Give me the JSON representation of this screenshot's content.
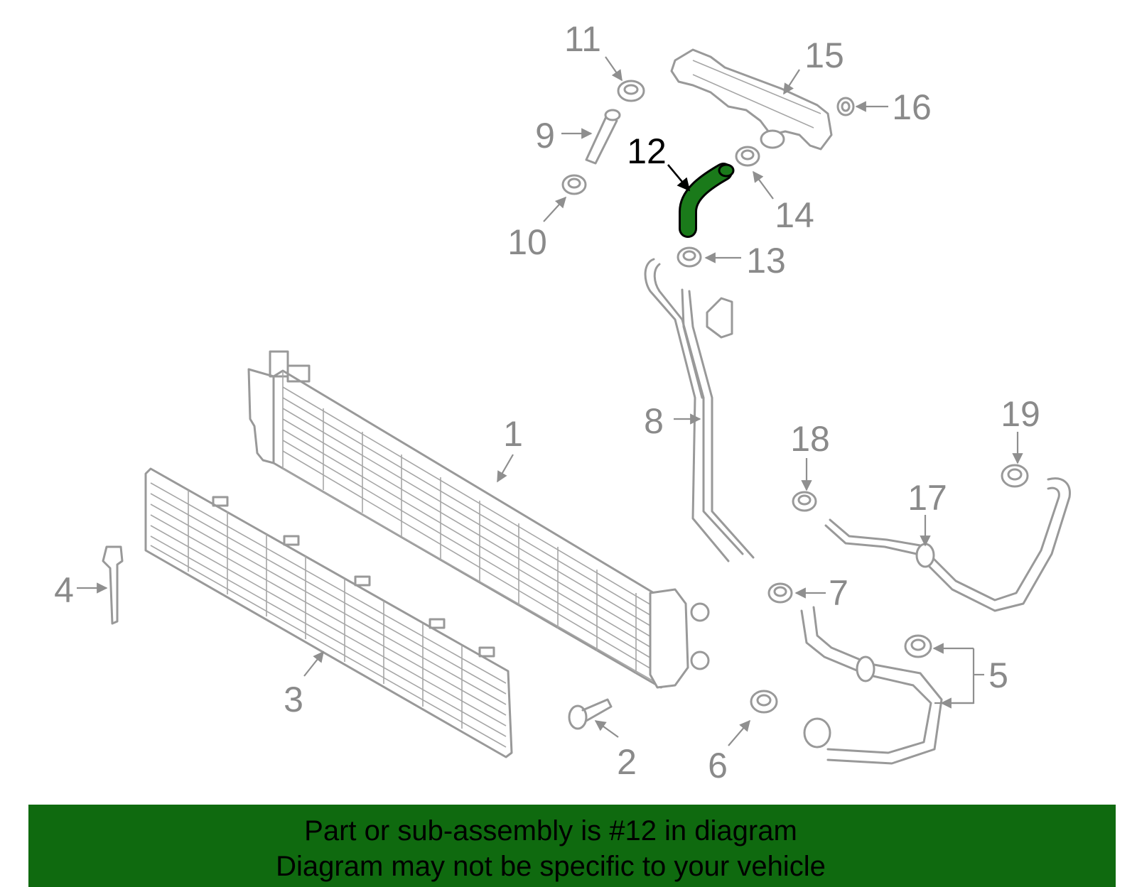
{
  "highlight_color": "#1a7a1a",
  "banner_color": "#0f6a0f",
  "callouts": [
    "1",
    "2",
    "3",
    "4",
    "5",
    "6",
    "7",
    "8",
    "9",
    "10",
    "11",
    "12",
    "13",
    "14",
    "15",
    "16",
    "17",
    "18",
    "19"
  ],
  "banner": {
    "line1": "Part or sub-assembly is #12 in diagram",
    "line2": "Diagram may not be specific to your vehicle"
  }
}
